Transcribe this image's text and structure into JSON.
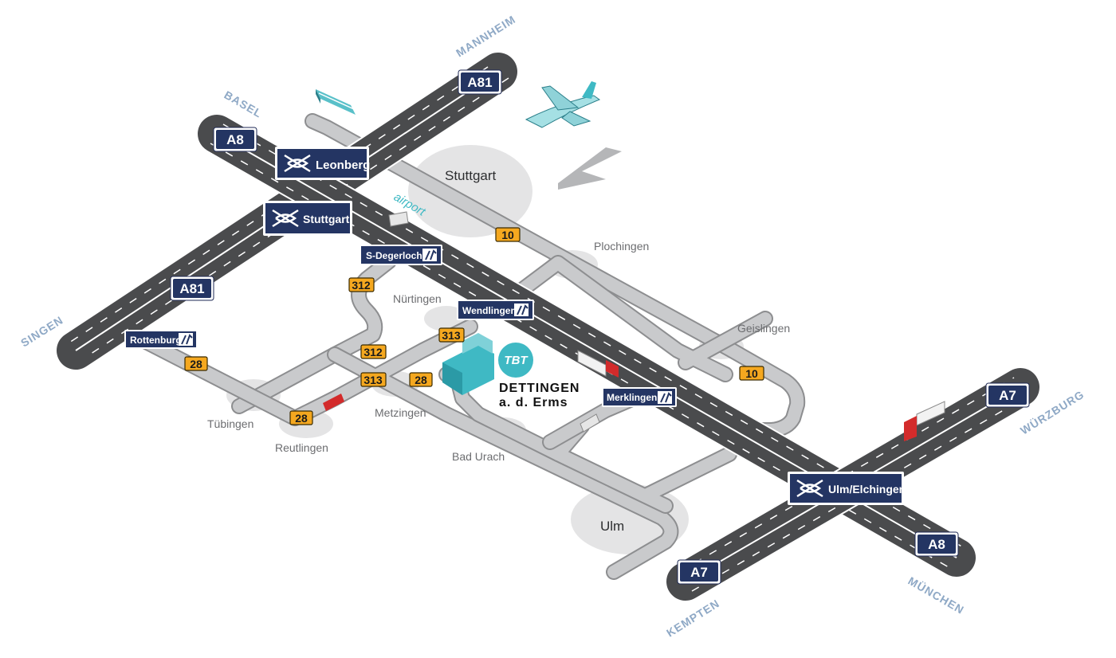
{
  "directions": {
    "mannheim": "MANNHEIM",
    "basel": "BASEL",
    "singen": "SINGEN",
    "wuerzburg": "WÜRZBURG",
    "muenchen": "MÜNCHEN",
    "kempten": "KEMPTEN"
  },
  "highways": {
    "a81_top": "A81",
    "a8_top": "A8",
    "a81_left": "A81",
    "a7_right": "A7",
    "a8_bottom": "A8",
    "a7_bottom": "A7"
  },
  "junctions": {
    "leonberg": "Leonberg",
    "stuttgart": "Stuttgart",
    "ulm_elchingen": "Ulm/Elchingen"
  },
  "exits": {
    "s_degerloch": "S-Degerloch",
    "wendlingen": "Wendlingen",
    "rottenburg": "Rottenburg",
    "merklingen": "Merklingen"
  },
  "routes": {
    "b10_top": "10",
    "b10_right": "10",
    "b312": "312",
    "b312_lower": "312",
    "b313_upper": "313",
    "b313_lower": "313",
    "b28_left": "28",
    "b28_mid": "28",
    "b28_center": "28"
  },
  "cities": {
    "stuttgart": "Stuttgart",
    "plochingen": "Plochingen",
    "nuertingen": "Nürtingen",
    "geislingen": "Geislingen",
    "tuebingen": "Tübingen",
    "reutlingen": "Reutlingen",
    "metzingen": "Metzingen",
    "bad_urach": "Bad Urach",
    "ulm": "Ulm"
  },
  "airport_label": "airport",
  "destination": {
    "logo": "TBT",
    "line1": "DETTINGEN",
    "line2": "a. d. Erms"
  },
  "colors": {
    "shield_blue": "#243563",
    "route_orange": "#f5a81f",
    "road_dark": "#4a4b4d",
    "road_secondary": "#c9cacc",
    "accent_teal": "#3fb9c4",
    "direction_blue": "#8fa9c6"
  }
}
